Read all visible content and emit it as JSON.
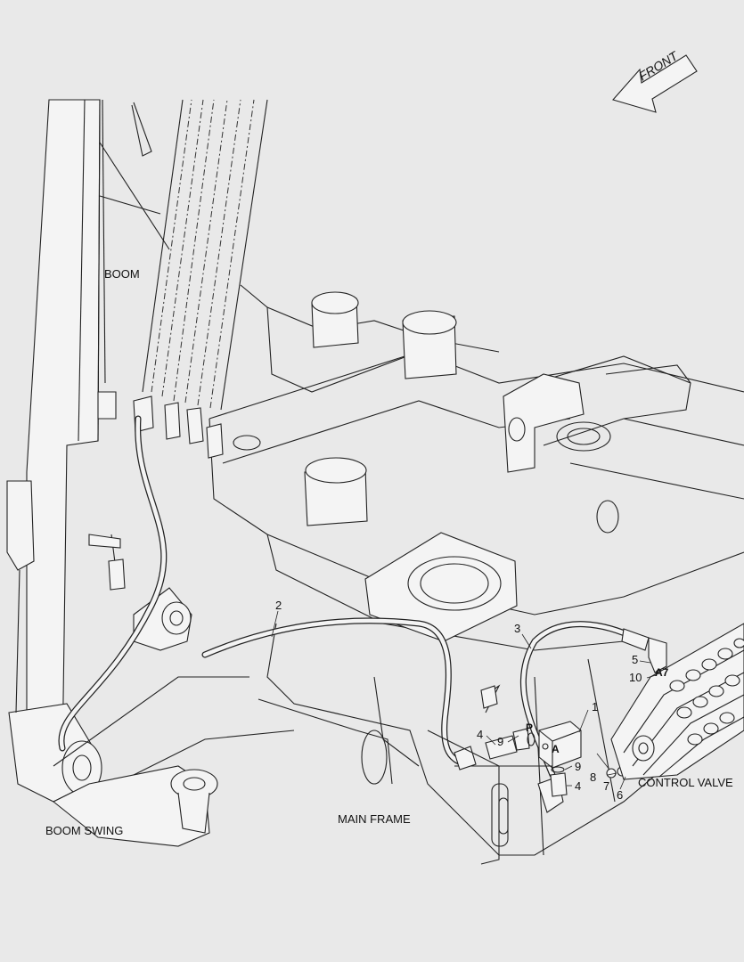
{
  "diagram": {
    "front_arrow_label": "FRONT",
    "labels": {
      "boom": "BOOM",
      "boom_swing": "BOOM SWING",
      "main_frame": "MAIN FRAME",
      "control_valve": "CONTROL VALVE"
    },
    "ports": {
      "p": "P",
      "a": "A",
      "a7": "A7"
    },
    "callouts": {
      "c1": "1",
      "c2": "2",
      "c3": "3",
      "c4a": "4",
      "c4b": "4",
      "c5": "5",
      "c6": "6",
      "c7": "7",
      "c8": "8",
      "c9a": "9",
      "c9b": "9",
      "c10": "10"
    }
  }
}
